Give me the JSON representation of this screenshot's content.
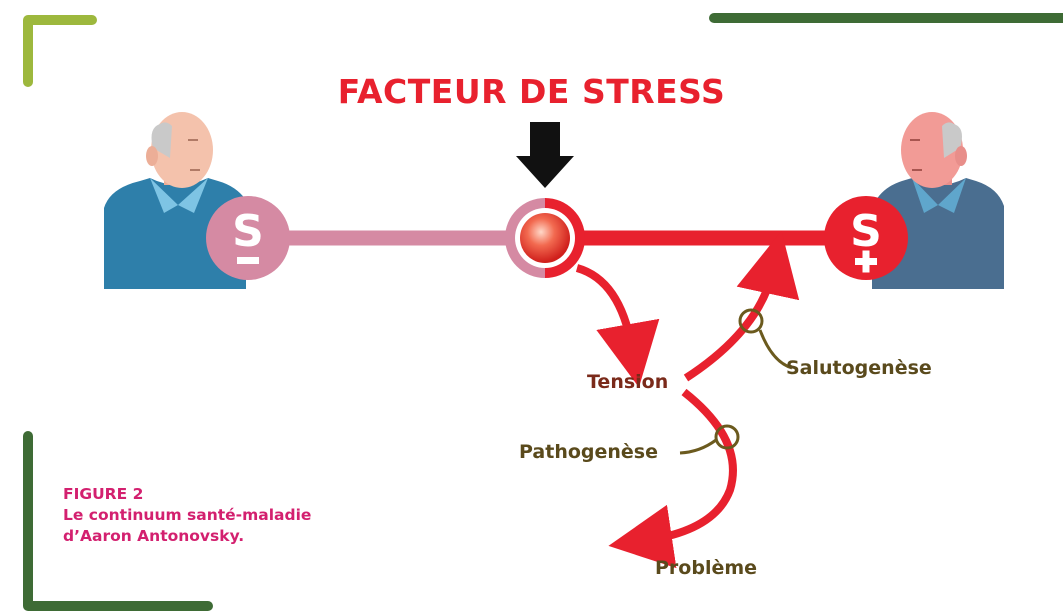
{
  "title": "FACTEUR DE STRESS",
  "labels": {
    "tension": "Tension",
    "salutogenese": "Salutogenèse",
    "pathogenese": "Pathogenèse",
    "probleme": "Problème"
  },
  "pole_left": {
    "letter": "S",
    "sign": "−"
  },
  "pole_right": {
    "letter": "S",
    "sign": "+"
  },
  "caption": {
    "figure": "FIGURE 2",
    "line1": "Le continuum santé-maladie",
    "line2": "d’Aaron Antonovsky."
  },
  "colors": {
    "red": "#e8212e",
    "pink": "#d58aa3",
    "caption": "#d3206f",
    "green_light": "#9db83d",
    "green_dark": "#3e6b35"
  }
}
